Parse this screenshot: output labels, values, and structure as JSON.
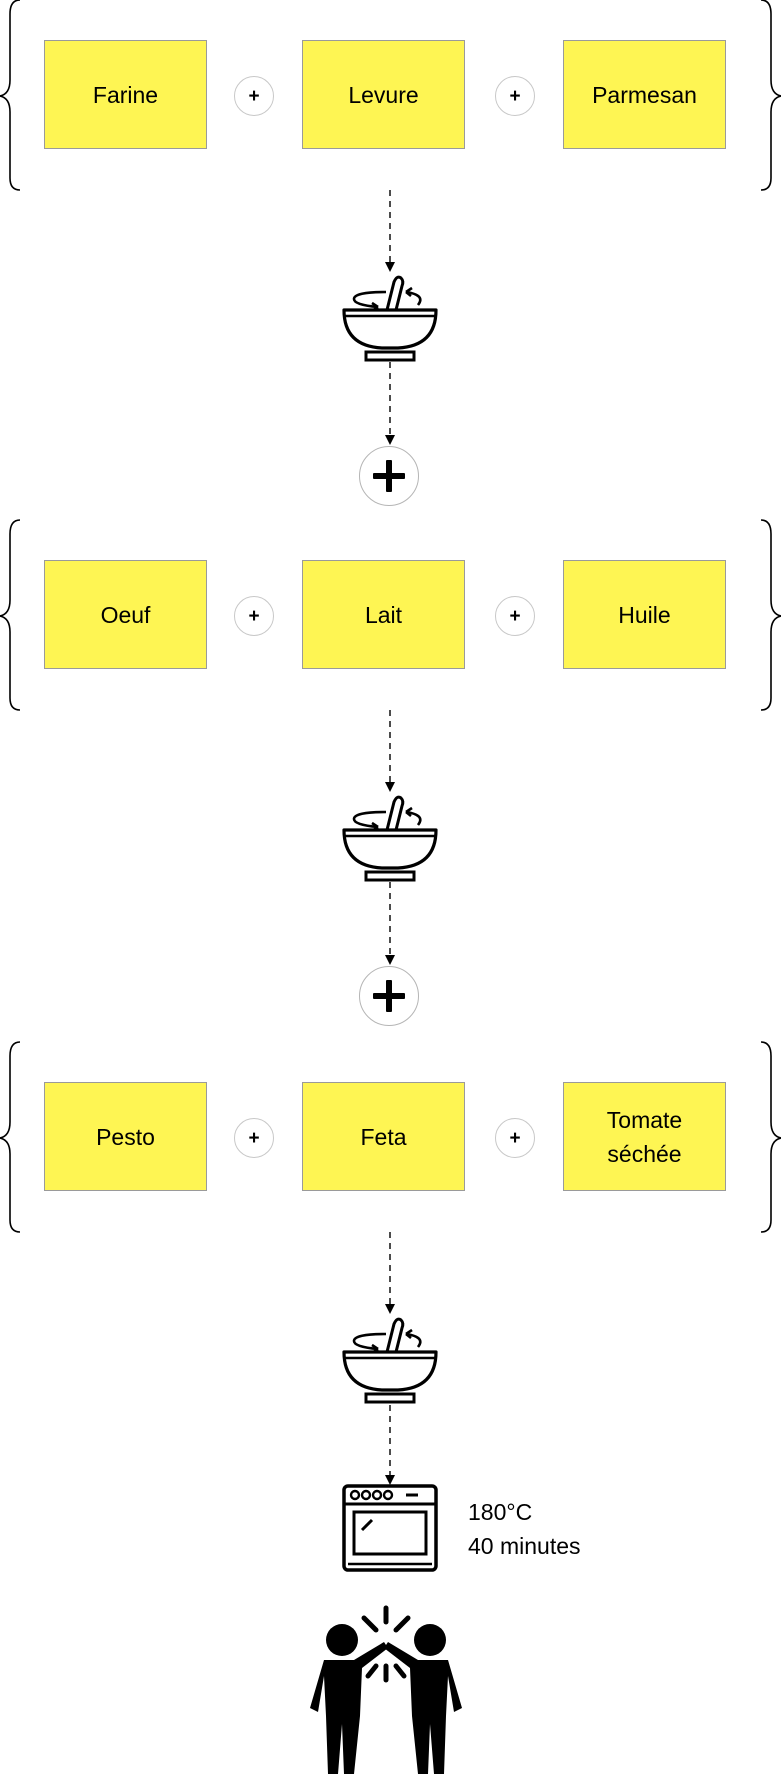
{
  "groups": [
    {
      "ingredients": [
        "Farine",
        "Levure",
        "Parmesan"
      ],
      "plus": "+"
    },
    {
      "ingredients": [
        "Oeuf",
        "Lait",
        "Huile"
      ],
      "plus": "+"
    },
    {
      "ingredients": [
        "Pesto",
        "Feta",
        "Tomate séchée"
      ],
      "plus": "+",
      "last_line1": "Tomate",
      "last_line2": "séchée"
    }
  ],
  "oven": {
    "temperature": "180°C",
    "duration": "40 minutes"
  },
  "icons": [
    "mixing-bowl-icon",
    "plus-icon",
    "oven-icon",
    "high-five-icon"
  ],
  "colors": {
    "ingredient_fill": "#fef553",
    "ingredient_border": "#9a9a9a",
    "stroke": "#000000"
  }
}
